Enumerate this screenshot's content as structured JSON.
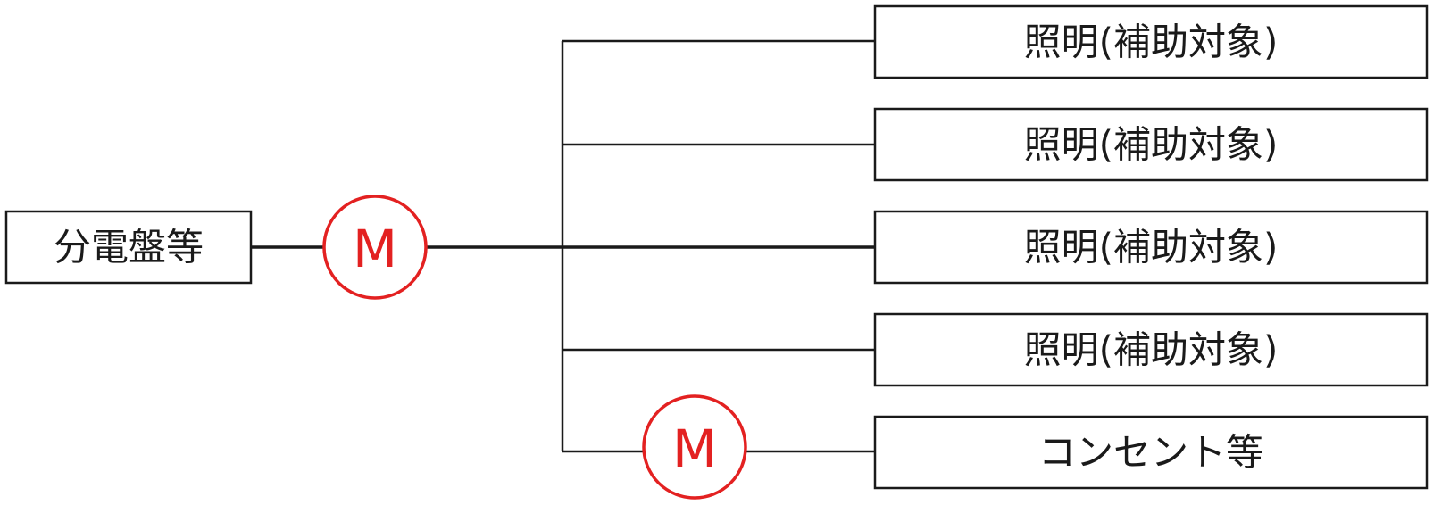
{
  "source": {
    "label": "分電盤等"
  },
  "meters": [
    {
      "label": "M"
    },
    {
      "label": "M"
    }
  ],
  "loads": [
    {
      "label": "照明(補助対象)"
    },
    {
      "label": "照明(補助対象)"
    },
    {
      "label": "照明(補助対象)"
    },
    {
      "label": "照明(補助対象)"
    },
    {
      "label": "コンセント等"
    }
  ],
  "colors": {
    "meter": "#e32121",
    "line": "#1a1a1a"
  }
}
